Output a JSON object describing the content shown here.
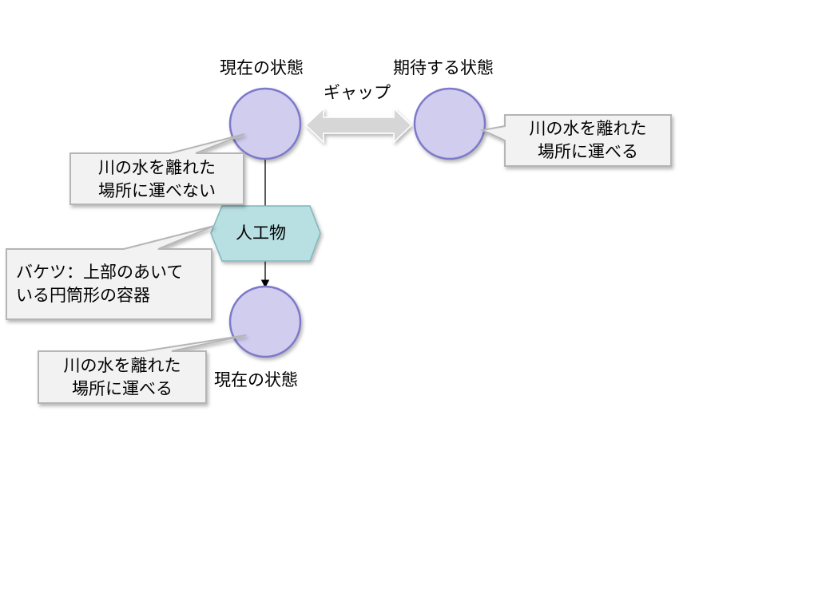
{
  "labels": {
    "current_state_top": "現在の状態",
    "expected_state": "期待する状態",
    "gap": "ギャップ",
    "current_state_bottom": "現在の状態",
    "artifact": "人工物"
  },
  "callouts": {
    "current_top": {
      "line1": "川の水を離れた",
      "line2": "場所に運べない"
    },
    "expected": {
      "line1": "川の水を離れた",
      "line2": "場所に運べる"
    },
    "artifact_desc": {
      "line1": "バケツ：上部のあいて",
      "line2": "いる円筒形の容器"
    },
    "current_bottom": {
      "line1": "川の水を離れた",
      "line2": "場所に運べる"
    }
  },
  "colors": {
    "circle_fill": "#d0cdef",
    "circle_stroke": "#7d79c9",
    "hexagon_fill": "#b8dfe2",
    "hexagon_stroke": "#7fb6bb",
    "callout_fill": "#f2f2f2",
    "callout_stroke": "#b5b5b5",
    "arrow_fill": "#d6d6d6",
    "arrow_stroke": "#ffffff"
  }
}
